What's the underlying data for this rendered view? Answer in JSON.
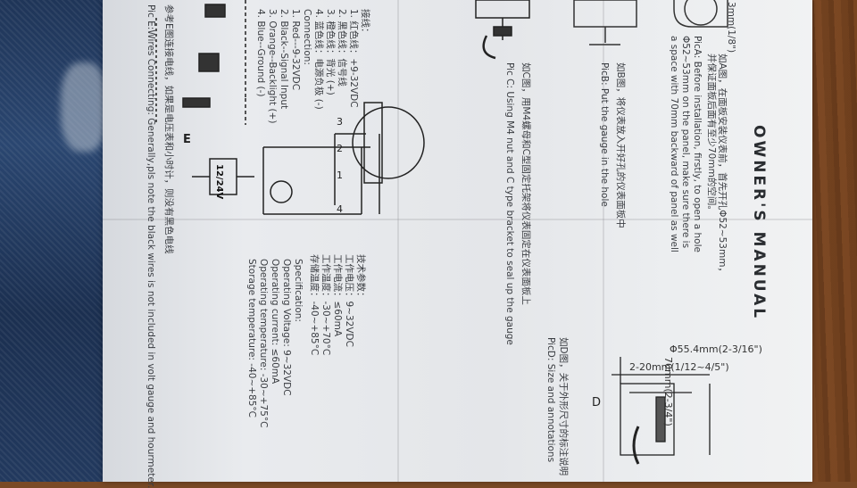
{
  "manual": {
    "title": "OWNER'S MANUAL",
    "pic_a_cn": "如A图，在面板安装仪表前，首先开孔Φ52~53mm，",
    "pic_a_cn2": "并保证面板后面有至少70mm的空间。",
    "pic_a_en": "PicA: Before installation, firstly, to open a hole",
    "pic_a_en2": "Φ52~53mm on the panel, make sure there is",
    "pic_a_en3": "a space with 70mm backward of panel as well",
    "pic_b_cn": "如B图，将仪表放入开好孔的仪表面板中",
    "pic_b_en": "PicB: Put the gauge in the hole",
    "pic_c_cn": "如C图，用M4螺母和C型固定托架将仪表固定在仪表面板上",
    "pic_c_en": "Pic C: Using M4 nut and C type bracket to seal up the gauge",
    "pic_d_cn": "如D图，关于外形尺寸的标注说明",
    "pic_d_en": "PicD: Size and annotations",
    "dim_diameter": "Φ55.4mm(2-3/16\")",
    "dim_depth": "70mm(2-3/4\")",
    "dim_thickness": "2-20mm(1/12~4/5\")",
    "dim_top": "3mm(1/8\")",
    "label_d": "D",
    "label_e": "E",
    "battery_label": "12/24V",
    "tech_cn": [
      "技术参数：",
      "工作电压：9~32VDC",
      "工作电流：≤60mA",
      "工作温度：-30~+70°C",
      "存储温度：-40~+85°C"
    ],
    "spec_en": [
      "Specification:",
      "Operating Voltage: 9~32VDC",
      "Operating current: ≤60mA",
      "Operating temperature: -30~+75°C",
      "Storage temperature: -40~+85°C"
    ],
    "wiring_cn": [
      "接线：",
      "1. 红色线：+9-32VDC",
      "2. 黑色线：信号线",
      "3. 橙色线：背光 (+)",
      "4. 蓝色线：电源负极 (-)"
    ],
    "wiring_en": [
      "Connection:",
      "1. Red---9-32VDC",
      "2. Black--Signal Input",
      "3. Orange--Backlight (+)",
      "4. Blue--Ground (-)"
    ],
    "terminals": [
      "1",
      "2",
      "3",
      "4"
    ],
    "pic_e_cn": "参考E图连接电线，如果是电压表和小时计，则没有黑色电线",
    "pic_e_en": "Pic E:Wires Connecting: Generally,pls note the black wires is not included in volt gauge and hourmeter."
  }
}
